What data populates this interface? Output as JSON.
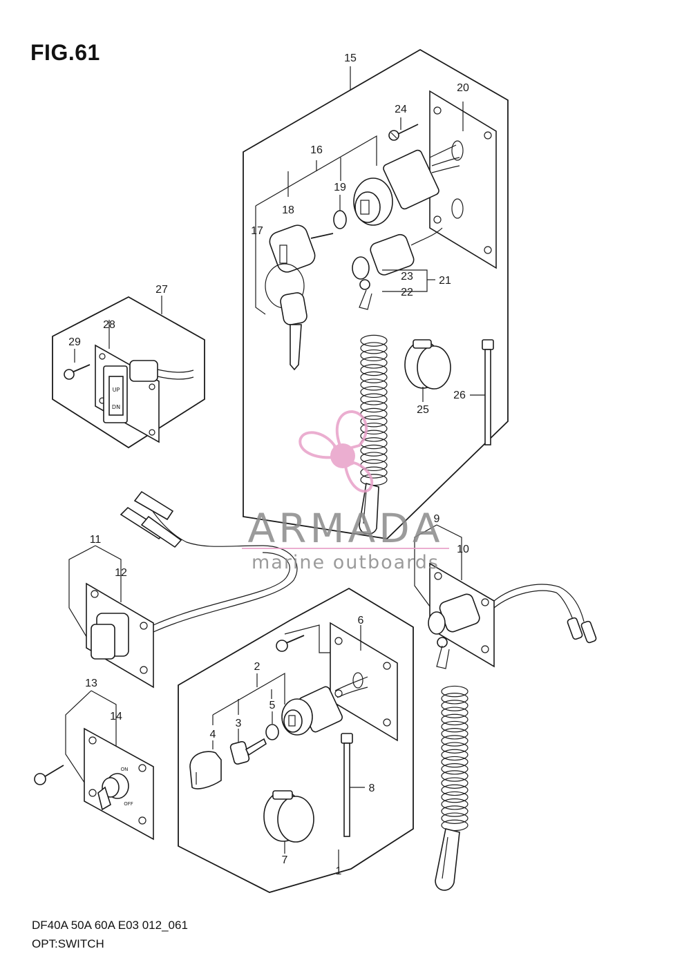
{
  "figure": {
    "title": "FIG.61"
  },
  "footer": {
    "model_code": "DF40A 50A 60A E03 012_061",
    "section_name": "OPT:SWITCH"
  },
  "watermark": {
    "brand": "ARMADA",
    "tagline": "marine outboards",
    "brand_color": "#e8a0c8",
    "text_color": "#8a8a8a"
  },
  "part_labels": {
    "p1": "1",
    "p2": "2",
    "p3": "3",
    "p4": "4",
    "p5": "5",
    "p6": "6",
    "p7": "7",
    "p8": "8",
    "p9": "9",
    "p10": "10",
    "p11": "11",
    "p12": "12",
    "p13": "13",
    "p14": "14",
    "p15": "15",
    "p16": "16",
    "p17": "17",
    "p18": "18",
    "p19": "19",
    "p20": "20",
    "p21": "21",
    "p22": "22",
    "p23": "23",
    "p24": "24",
    "p25": "25",
    "p26": "26",
    "p27": "27",
    "p28": "28",
    "p29": "29"
  },
  "switch_marks": {
    "up": "UP",
    "dn": "DN",
    "on": "ON",
    "off": "OFF"
  }
}
